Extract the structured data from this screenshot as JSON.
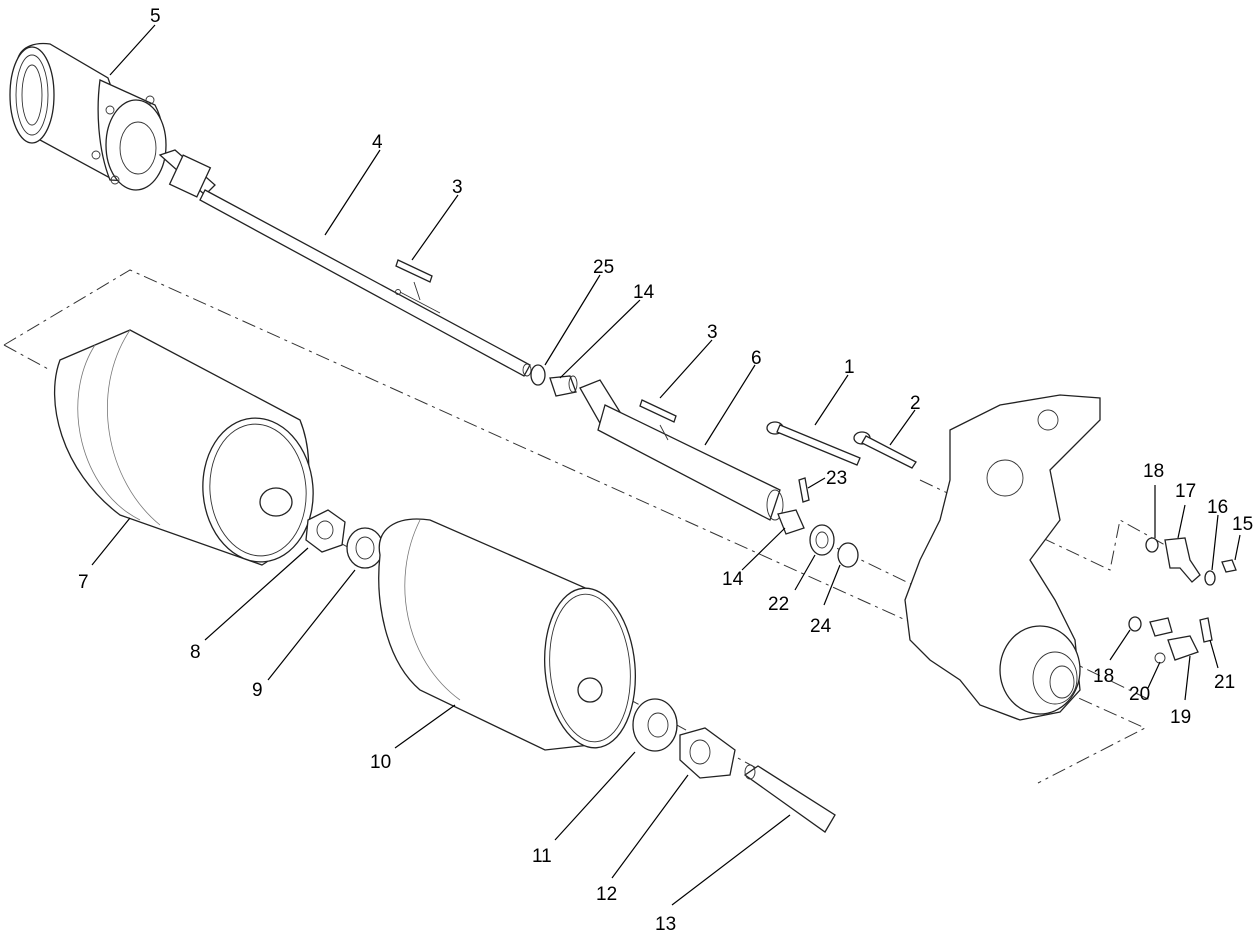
{
  "diagram": {
    "type": "exploded-parts-view",
    "callouts": [
      {
        "id": "c1",
        "text": "1"
      },
      {
        "id": "c2",
        "text": "2"
      },
      {
        "id": "c3a",
        "text": "3"
      },
      {
        "id": "c3b",
        "text": "3"
      },
      {
        "id": "c4",
        "text": "4"
      },
      {
        "id": "c5",
        "text": "5"
      },
      {
        "id": "c6",
        "text": "6"
      },
      {
        "id": "c7",
        "text": "7"
      },
      {
        "id": "c8",
        "text": "8"
      },
      {
        "id": "c9",
        "text": "9"
      },
      {
        "id": "c10",
        "text": "10"
      },
      {
        "id": "c11",
        "text": "11"
      },
      {
        "id": "c12",
        "text": "12"
      },
      {
        "id": "c13",
        "text": "13"
      },
      {
        "id": "c14a",
        "text": "14"
      },
      {
        "id": "c14b",
        "text": "14"
      },
      {
        "id": "c15",
        "text": "15"
      },
      {
        "id": "c16",
        "text": "16"
      },
      {
        "id": "c17",
        "text": "17"
      },
      {
        "id": "c18a",
        "text": "18"
      },
      {
        "id": "c18b",
        "text": "18"
      },
      {
        "id": "c19",
        "text": "19"
      },
      {
        "id": "c20",
        "text": "20"
      },
      {
        "id": "c21",
        "text": "21"
      },
      {
        "id": "c22",
        "text": "22"
      },
      {
        "id": "c23",
        "text": "23"
      },
      {
        "id": "c24",
        "text": "24"
      },
      {
        "id": "c25",
        "text": "25"
      }
    ]
  }
}
